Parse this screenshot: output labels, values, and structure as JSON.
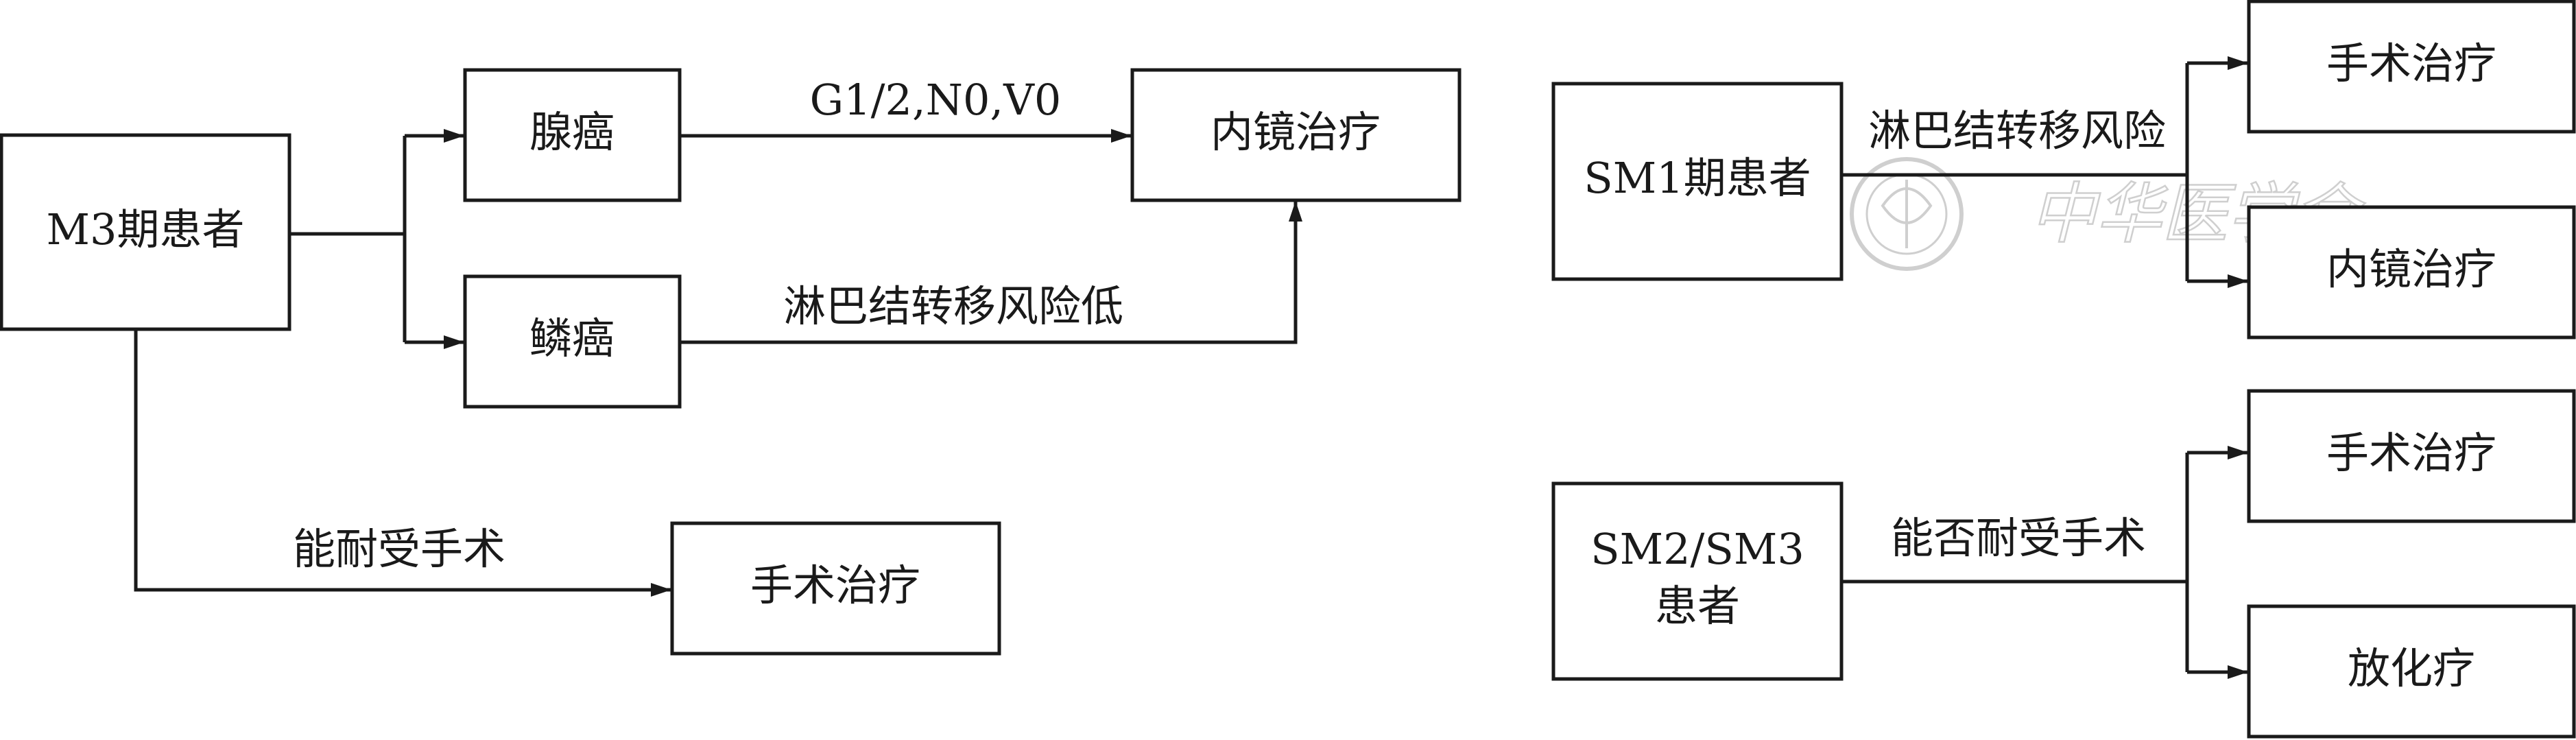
{
  "nodes": {
    "m3_patient": "M3期患者",
    "adenocarcinoma": "腺癌",
    "squamous": "鳞癌",
    "endoscopic_left": "内镜治疗",
    "surgery_left": "手术治疗",
    "sm1_patient": "SM1期患者",
    "surgery_sm1": "手术治疗",
    "endoscopic_sm1": "内镜治疗",
    "sm23_patient_line1": "SM2/SM3",
    "sm23_patient_line2": "患者",
    "surgery_sm23": "手术治疗",
    "chemoradio": "放化疗"
  },
  "edge_labels": {
    "adeno_to_endo": "G1/2,N0,V0",
    "squamous_to_endo": "淋巴结转移风险低",
    "m3_to_surgery": "能耐受手术",
    "sm1_split": "淋巴结转移风险",
    "sm23_split": "能否耐受手术"
  },
  "watermark": {
    "text": "中华医学会"
  },
  "colors": {
    "stroke": "#1a1a1a",
    "watermark": "#cfcfcf",
    "background": "#ffffff"
  }
}
